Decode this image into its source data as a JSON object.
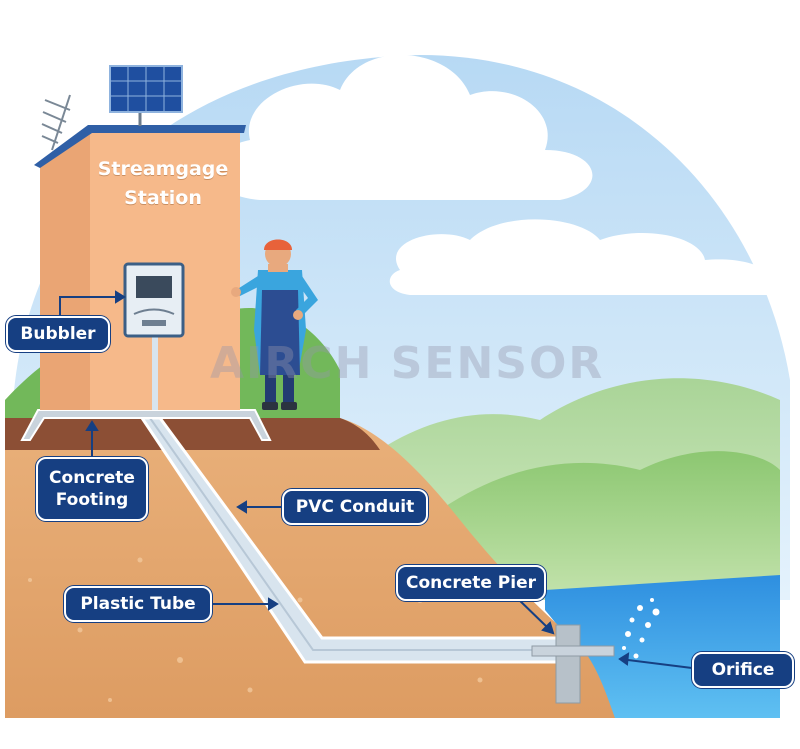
{
  "station": {
    "line1": "Streamgage",
    "line2": "Station"
  },
  "labels": {
    "bubbler": "Bubbler",
    "concrete_footing_line1": "Concrete",
    "concrete_footing_line2": "Footing",
    "pvc_conduit": "PVC Conduit",
    "plastic_tube": "Plastic Tube",
    "concrete_pier": "Concrete Pier",
    "orifice": "Orifice"
  },
  "watermark": "AIRCH SENSOR",
  "colors": {
    "label_bg": "#163f82",
    "sky": "#c9e3f7",
    "building": "#f4b787",
    "soil": "#e4a56d",
    "water": "#3aa3e8",
    "hill": "#7fbf66"
  }
}
